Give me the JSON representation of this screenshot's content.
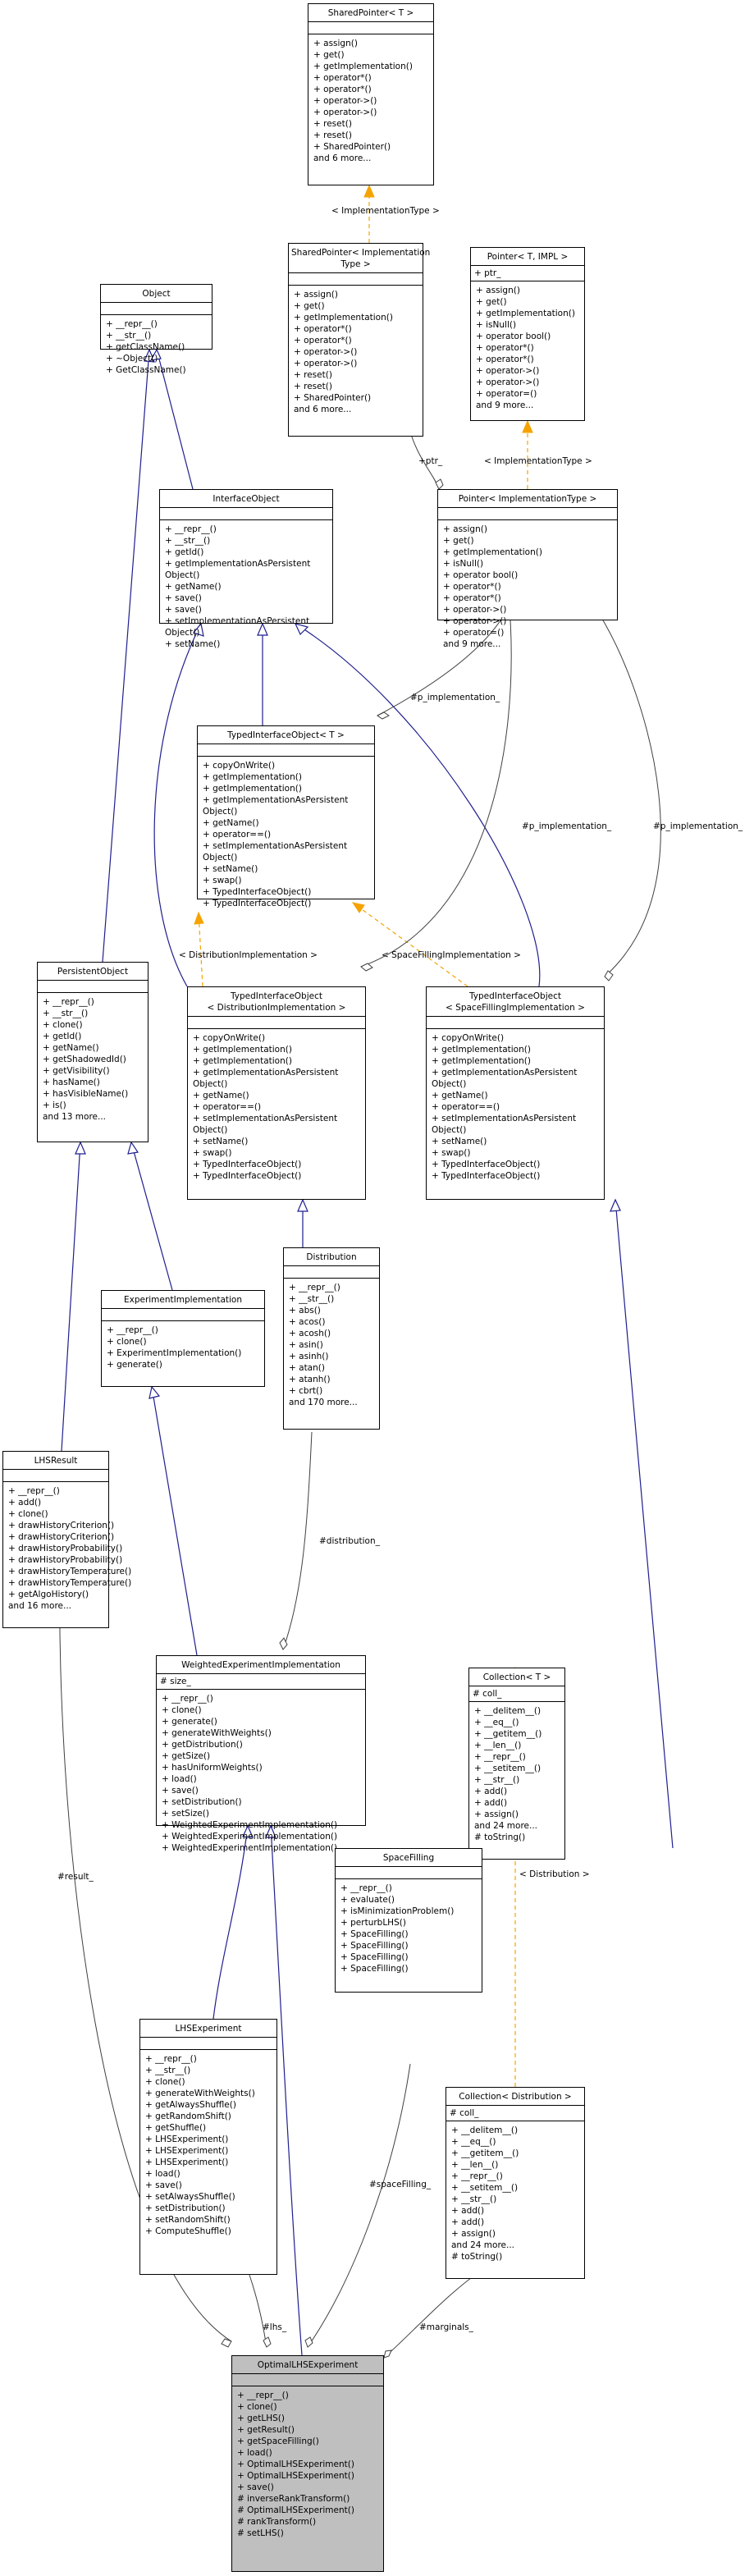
{
  "diagram": {
    "classes": {
      "sp_t": {
        "title": [
          "SharedPointer< T >"
        ],
        "attrs": [],
        "ops": [
          "+ assign()",
          "+ get()",
          "+ getImplementation()",
          "+ operator*()",
          "+ operator*()",
          "+ operator->()",
          "+ operator->()",
          "+ reset()",
          "+ reset()",
          "+ SharedPointer()",
          "and 6 more..."
        ]
      },
      "sp_impl": {
        "title": [
          "SharedPointer< Implementation",
          "Type >"
        ],
        "attrs": [],
        "ops": [
          "+ assign()",
          "+ get()",
          "+ getImplementation()",
          "+ operator*()",
          "+ operator*()",
          "+ operator->()",
          "+ operator->()",
          "+ reset()",
          "+ reset()",
          "+ SharedPointer()",
          "and 6 more..."
        ]
      },
      "pointer_t": {
        "title": [
          "Pointer< T, IMPL >"
        ],
        "attrs": [
          "+ ptr_"
        ],
        "ops": [
          "+ assign()",
          "+ get()",
          "+ getImplementation()",
          "+ isNull()",
          "+ operator bool()",
          "+ operator*()",
          "+ operator*()",
          "+ operator->()",
          "+ operator->()",
          "+ operator=()",
          "and 9 more..."
        ]
      },
      "object": {
        "title": [
          "Object"
        ],
        "attrs": [],
        "ops": [
          "+ __repr__()",
          "+ __str__()",
          "+ getClassName()",
          "+ ~Object()",
          "+ GetClassName()"
        ]
      },
      "iface": {
        "title": [
          "InterfaceObject"
        ],
        "attrs": [],
        "ops": [
          "+ __repr__()",
          "+ __str__()",
          "+ getId()",
          "+ getImplementationAsPersistent",
          "Object()",
          "+ getName()",
          "+ save()",
          "+ save()",
          "+ setImplementationAsPersistent",
          "Object()",
          "+ setName()"
        ]
      },
      "pointer_impl": {
        "title": [
          "Pointer< ImplementationType >"
        ],
        "attrs": [],
        "ops": [
          "+ assign()",
          "+ get()",
          "+ getImplementation()",
          "+ isNull()",
          "+ operator bool()",
          "+ operator*()",
          "+ operator*()",
          "+ operator->()",
          "+ operator->()",
          "+ operator=()",
          "and 9 more..."
        ]
      },
      "tio_t": {
        "title": [
          "TypedInterfaceObject< T >"
        ],
        "attrs": [],
        "ops": [
          "+ copyOnWrite()",
          "+ getImplementation()",
          "+ getImplementation()",
          "+ getImplementationAsPersistent",
          "Object()",
          "+ getName()",
          "+ operator==()",
          "+ setImplementationAsPersistent",
          "Object()",
          "+ setName()",
          "+ swap()",
          "+ TypedInterfaceObject()",
          "+ TypedInterfaceObject()"
        ]
      },
      "persistent": {
        "title": [
          "PersistentObject"
        ],
        "attrs": [],
        "ops": [
          "+ __repr__()",
          "+ __str__()",
          "+ clone()",
          "+ getId()",
          "+ getName()",
          "+ getShadowedId()",
          "+ getVisibility()",
          "+ hasName()",
          "+ hasVisibleName()",
          "+ is()",
          "and 13 more..."
        ]
      },
      "tio_dist": {
        "title": [
          "TypedInterfaceObject",
          "< DistributionImplementation >"
        ],
        "attrs": [],
        "ops": [
          "+ copyOnWrite()",
          "+ getImplementation()",
          "+ getImplementation()",
          "+ getImplementationAsPersistent",
          "Object()",
          "+ getName()",
          "+ operator==()",
          "+ setImplementationAsPersistent",
          "Object()",
          "+ setName()",
          "+ swap()",
          "+ TypedInterfaceObject()",
          "+ TypedInterfaceObject()"
        ]
      },
      "tio_sf": {
        "title": [
          "TypedInterfaceObject",
          "< SpaceFillingImplementation >"
        ],
        "attrs": [],
        "ops": [
          "+ copyOnWrite()",
          "+ getImplementation()",
          "+ getImplementation()",
          "+ getImplementationAsPersistent",
          "Object()",
          "+ getName()",
          "+ operator==()",
          "+ setImplementationAsPersistent",
          "Object()",
          "+ setName()",
          "+ swap()",
          "+ TypedInterfaceObject()",
          "+ TypedInterfaceObject()"
        ]
      },
      "exp_impl": {
        "title": [
          "ExperimentImplementation"
        ],
        "attrs": [],
        "ops": [
          "+ __repr__()",
          "+ clone()",
          "+ ExperimentImplementation()",
          "+ generate()"
        ]
      },
      "distribution": {
        "title": [
          "Distribution"
        ],
        "attrs": [],
        "ops": [
          "+ __repr__()",
          "+ __str__()",
          "+ abs()",
          "+ acos()",
          "+ acosh()",
          "+ asin()",
          "+ asinh()",
          "+ atan()",
          "+ atanh()",
          "+ cbrt()",
          "and 170 more..."
        ]
      },
      "lhsresult": {
        "title": [
          "LHSResult"
        ],
        "attrs": [],
        "ops": [
          "+ __repr__()",
          "+ add()",
          "+ clone()",
          "+ drawHistoryCriterion()",
          "+ drawHistoryCriterion()",
          "+ drawHistoryProbability()",
          "+ drawHistoryProbability()",
          "+ drawHistoryTemperature()",
          "+ drawHistoryTemperature()",
          "+ getAlgoHistory()",
          "and 16 more..."
        ]
      },
      "wexp_impl": {
        "title": [
          "WeightedExperimentImplementation"
        ],
        "attrs": [
          "# size_"
        ],
        "ops": [
          "+ __repr__()",
          "+ clone()",
          "+ generate()",
          "+ generateWithWeights()",
          "+ getDistribution()",
          "+ getSize()",
          "+ hasUniformWeights()",
          "+ load()",
          "+ save()",
          "+ setDistribution()",
          "+ setSize()",
          "+ WeightedExperimentImplementation()",
          "+ WeightedExperimentImplementation()",
          "+ WeightedExperimentImplementation()"
        ]
      },
      "collection_t": {
        "title": [
          "Collection< T >"
        ],
        "attrs": [
          "# coll_"
        ],
        "ops": [
          "+ __delitem__()",
          "+ __eq__()",
          "+ __getitem__()",
          "+ __len__()",
          "+ __repr__()",
          "+ __setitem__()",
          "+ __str__()",
          "+ add()",
          "+ add()",
          "+ assign()",
          "and 24 more...",
          "# toString()"
        ]
      },
      "spacefilling": {
        "title": [
          "SpaceFilling"
        ],
        "attrs": [],
        "ops": [
          "+ __repr__()",
          "+ evaluate()",
          "+ isMinimizationProblem()",
          "+ perturbLHS()",
          "+ SpaceFilling()",
          "+ SpaceFilling()",
          "+ SpaceFilling()",
          "+ SpaceFilling()"
        ]
      },
      "lhsexp": {
        "title": [
          "LHSExperiment"
        ],
        "attrs": [],
        "ops": [
          "+ __repr__()",
          "+ __str__()",
          "+ clone()",
          "+ generateWithWeights()",
          "+ getAlwaysShuffle()",
          "+ getRandomShift()",
          "+ getShuffle()",
          "+ LHSExperiment()",
          "+ LHSExperiment()",
          "+ LHSExperiment()",
          "+ load()",
          "+ save()",
          "+ setAlwaysShuffle()",
          "+ setDistribution()",
          "+ setRandomShift()",
          "+ ComputeShuffle()"
        ]
      },
      "collection_dist": {
        "title": [
          "Collection< Distribution >"
        ],
        "attrs": [
          "# coll_"
        ],
        "ops": [
          "+ __delitem__()",
          "+ __eq__()",
          "+ __getitem__()",
          "+ __len__()",
          "+ __repr__()",
          "+ __setitem__()",
          "+ __str__()",
          "+ add()",
          "+ add()",
          "+ assign()",
          "and 24 more...",
          "# toString()"
        ]
      },
      "optimal": {
        "title": [
          "OptimalLHSExperiment"
        ],
        "attrs": [],
        "ops": [
          "+ __repr__()",
          "+ clone()",
          "+ getLHS()",
          "+ getResult()",
          "+ getSpaceFilling()",
          "+ load()",
          "+ OptimalLHSExperiment()",
          "+ OptimalLHSExperiment()",
          "+ save()",
          "# inverseRankTransform()",
          "# OptimalLHSExperiment()",
          "# rankTransform()",
          "# setLHS()"
        ]
      }
    },
    "edge_labels": {
      "impl_type_1": "< ImplementationType >",
      "impl_type_2": "< ImplementationType >",
      "ptr": "+ptr_",
      "p_impl_1": "#p_implementation_",
      "p_impl_2": "#p_implementation_",
      "p_impl_3": "#p_implementation_",
      "dist_impl": "< DistributionImplementation >",
      "sf_impl": "< SpaceFillingImplementation >",
      "distribution_": "#distribution_",
      "collection_dist": "< Distribution >",
      "result": "#result_",
      "spacefilling_": "#spaceFilling_",
      "lhs": "#lhs_",
      "marginals": "#marginals_"
    },
    "colors": {
      "inheritance": "#1f1f8f",
      "template": "#f5a300",
      "usage": "#404040",
      "highlight": "#bfbfbf"
    }
  }
}
